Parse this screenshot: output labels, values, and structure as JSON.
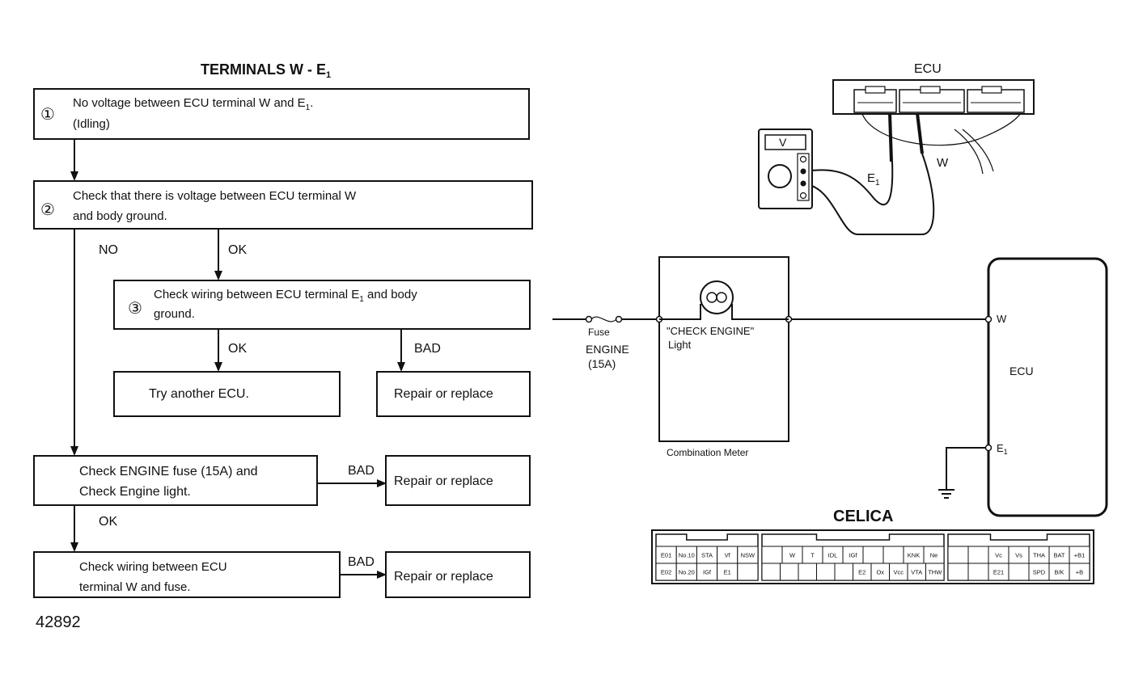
{
  "flowchart": {
    "title": "TERMINALS W - E",
    "title_sub": "1",
    "step1": {
      "num": "①",
      "line1": "No voltage between ECU terminal W and E",
      "line1_sub": "1",
      "line1_end": ".",
      "line2": "(Idling)"
    },
    "step2": {
      "num": "②",
      "line1": "Check that there is voltage between ECU terminal W",
      "line2": "and body ground."
    },
    "step3": {
      "num": "③",
      "line1": "Check wiring between ECU terminal E",
      "line1_sub": "1",
      "line1_end": " and body",
      "line2": "ground."
    },
    "try_ecu": "Try another ECU.",
    "repair1": "Repair or replace",
    "step4": {
      "line1": "Check ENGINE fuse (15A) and",
      "line2": "Check Engine light."
    },
    "repair2": "Repair or replace",
    "step5": {
      "line1": "Check wiring between ECU",
      "line2": "terminal W and fuse."
    },
    "repair3": "Repair or replace",
    "labels": {
      "no": "NO",
      "ok1": "OK",
      "ok2": "OK",
      "bad1": "BAD",
      "bad2": "BAD",
      "ok3": "OK",
      "bad3": "BAD"
    },
    "figure_number": "42892"
  },
  "ecu_illustration": {
    "ecu_label": "ECU",
    "voltmeter_label": "V",
    "probe_e": "E",
    "probe_e_sub": "1",
    "probe_w": "W"
  },
  "schematic": {
    "fuse_label": "Fuse",
    "engine_label": "ENGINE",
    "amp_label": "(15A)",
    "light_label_1": "\"CHECK ENGINE\"",
    "light_label_2": "Light",
    "meter_label": "Combination Meter",
    "ecu_label": "ECU",
    "terminal_w": "W",
    "terminal_e": "E",
    "terminal_e_sub": "1"
  },
  "connector": {
    "title": "CELICA",
    "block1_top": [
      "E01",
      "No.10",
      "STA",
      "Vf",
      "NSW"
    ],
    "block1_bottom": [
      "E02",
      "No.20",
      "IGf",
      "E1",
      ""
    ],
    "block2_top": [
      "",
      "W",
      "T",
      "IDL",
      "IGf",
      "",
      "",
      "KNK",
      "Ne"
    ],
    "block2_bottom": [
      "",
      "",
      "",
      "",
      "",
      "E2",
      "Ox",
      "Vcc",
      "VTA",
      "THW"
    ],
    "block3_top": [
      "",
      "",
      "Vc",
      "Vs",
      "THA",
      "BAT",
      "+B1"
    ],
    "block3_bottom": [
      "",
      "",
      "E21",
      "",
      "SPD",
      "B/K",
      "+B"
    ]
  }
}
